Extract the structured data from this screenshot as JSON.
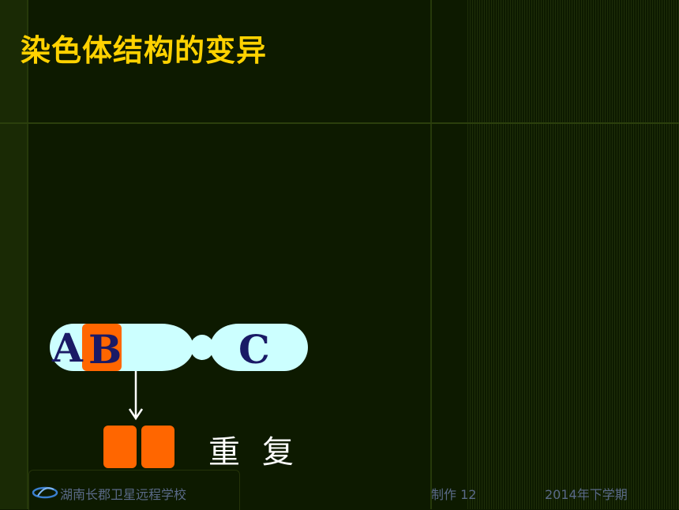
{
  "slide": {
    "title": "染色体结构的变异",
    "genes": {
      "a": "A",
      "b": "B",
      "c": "C"
    },
    "mutation_label": "重复"
  },
  "footer": {
    "school": "湖南长郡卫星远程学校",
    "credit": "制作 12",
    "term": "2014年下学期"
  },
  "colors": {
    "title": "#ffd200",
    "chromosome": "#ccffff",
    "segment": "#ff6600",
    "gene_text": "#1a1a66",
    "background": "#0d1a00"
  }
}
